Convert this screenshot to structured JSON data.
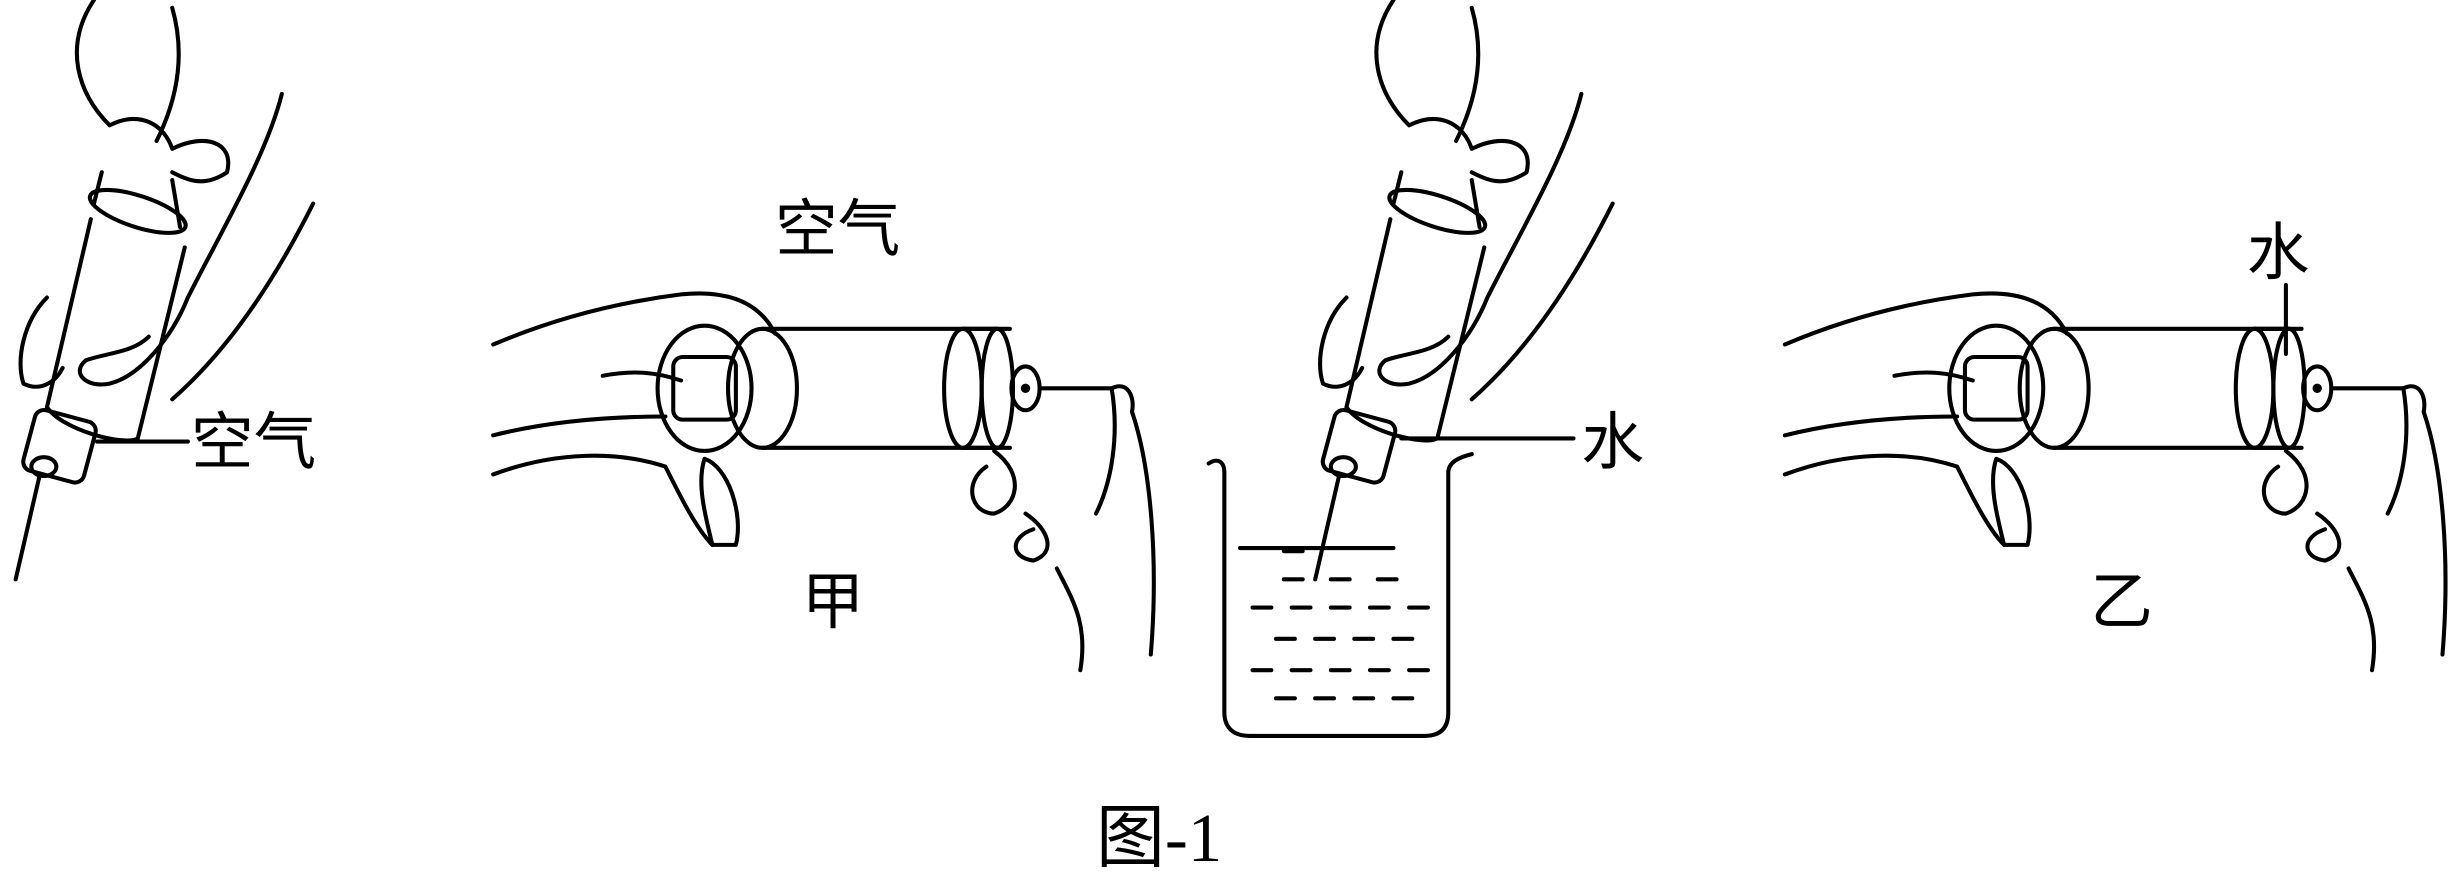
{
  "figure": {
    "caption": "图-1",
    "labels": {
      "air_left": "空气",
      "air_jia": "空气",
      "jia": "甲",
      "water_beaker": "水",
      "water_yi": "水",
      "yi": "乙"
    }
  }
}
